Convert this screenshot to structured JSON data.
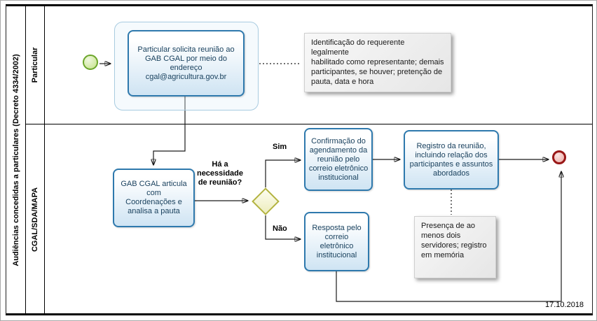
{
  "pool": {
    "title": "Audiências concedidas a particulares (Decreto 4334/2002)",
    "lanes": [
      {
        "label": "Particular"
      },
      {
        "label": "CGAL/SDA/MAPA"
      }
    ]
  },
  "tasks": {
    "solicita": "Particular solicita reunião ao\nGAB CGAL por meio do\nendereço\ncgal@agricultura.gov.br",
    "articula": "GAB CGAL articula\ncom\nCoordenações e\nanalisa a pauta",
    "confirmacao": "Confirmação do\nagendamento da\nreunião pelo\ncorreio eletrônico\ninstitucional",
    "registro": "Registro da reunião,\nincluindo relação dos\nparticipantes e assuntos\nabordados",
    "resposta": "Resposta pelo\ncorreio\neletrônico\ninstitucional"
  },
  "annotations": {
    "identificacao": "Identificação do requerente legalmente\nhabilitado como representante; demais\nparticipantes, se houver; pretenção de\npauta, data e hora",
    "presenca": "Presença de ao\nmenos dois\nservidores; registro\nem memória"
  },
  "gateway": {
    "question": "Há a\nnecessidade\nde reunião?"
  },
  "flow_labels": {
    "yes": "Sim",
    "no": "Não"
  },
  "footer": {
    "date": "17.10.2018"
  },
  "colors": {
    "task_border": "#2e79ad",
    "task_fill": "#cfe4f3",
    "start_event_border": "#6ca62b",
    "end_event_border": "#991717",
    "gateway_border": "#b3b33f",
    "annotation_fill": "#ededed"
  }
}
